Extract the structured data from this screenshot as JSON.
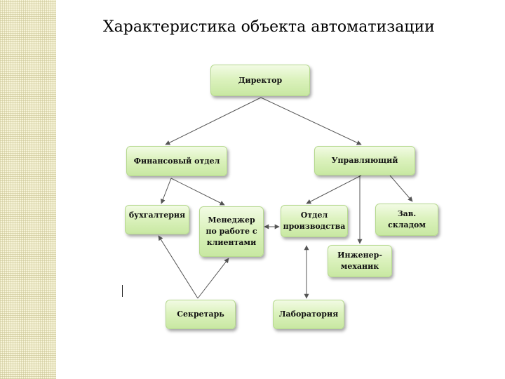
{
  "title": "Характеристика объекта автоматизации",
  "nodes": {
    "director": "Директор",
    "finance": "Финансовый отдел",
    "manager": "Управляющий",
    "accounting": "бухгалтерия",
    "client_manager": "Менеджер\nпо работе с\nклиентами",
    "production": "Отдел\nпроизводства",
    "warehouse": "Зав.\nскладом",
    "engineer": "Инженер-\nмеханик",
    "secretary": "Секретарь",
    "laboratory": "Лаборатория"
  },
  "colors": {
    "node_fill": "#dcf2be",
    "node_border": "#b6d98f",
    "line": "#555555",
    "stripe": "#f7f4d8"
  }
}
